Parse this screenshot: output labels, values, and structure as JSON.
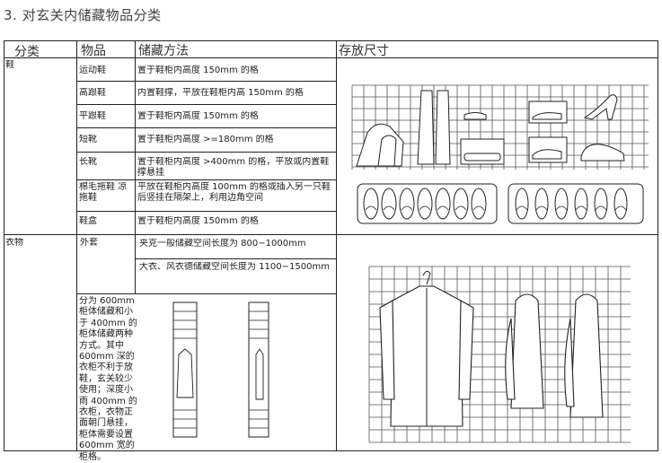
{
  "title": "3. 对玄关内储藏物品分类",
  "headers": {
    "category": "分类",
    "item": "物品",
    "method": "储藏方法",
    "size": "存放尺寸"
  },
  "shoes": {
    "category": "鞋",
    "rows": [
      {
        "item": "运动鞋",
        "method": "置于鞋柜内高度 150mm 的格"
      },
      {
        "item": "高跟鞋",
        "method": "内置鞋撑，平放在鞋柜内高 150mm 的格"
      },
      {
        "item": "平跟鞋",
        "method": "置于鞋柜内高度 150mm 的格"
      },
      {
        "item": "短靴",
        "method": "置于鞋柜内高度 >=180mm 的格"
      },
      {
        "item": "长靴",
        "method": "置于鞋柜内高度 >400mm 的格，平放或内置鞋撑悬挂"
      },
      {
        "item": "棉毛拖鞋 凉拖鞋",
        "method": "平放在鞋柜内高度 100mm 的格或插入另一只鞋后竖挂在隔架上，利用边角空间"
      },
      {
        "item": "鞋盒",
        "method": "置于鞋柜内高度 150mm 的格"
      }
    ]
  },
  "clothes": {
    "category": "衣物",
    "item": "外套",
    "method_1": "夹克一般储藏空间长度为 800−1000mm",
    "method_2": "大衣、风衣德储藏空间长度为 1100−1500mm",
    "note": "分为 600mm 柜体储藏和小于 400mm 的柜体储藏两种方式。其中 600mm 深的衣柜不利于放鞋，玄关较少使用；深度小雨 400mm 的衣柜，衣物正面朝门悬挂，柜体需要设置 600mm 宽的柜格。"
  }
}
